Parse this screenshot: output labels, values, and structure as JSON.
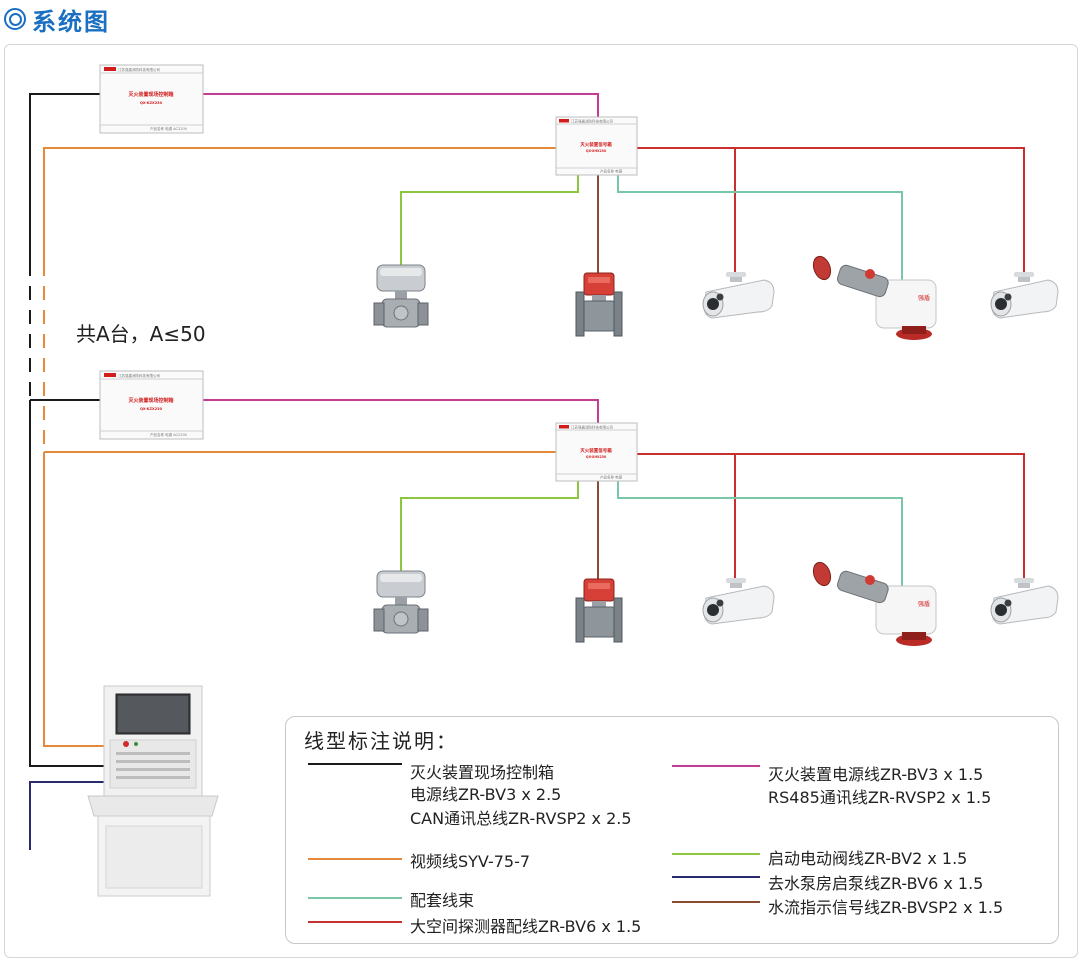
{
  "header": {
    "title": "系统图"
  },
  "diagram": {
    "count_label": "共A台，A≤50",
    "colors": {
      "black": "#1a1a1a",
      "magenta": "#c23d93",
      "orange": "#e58a3a",
      "green": "#8cc63f",
      "red": "#c8302f",
      "teal": "#79c7a6",
      "brown": "#8b4a32",
      "navy": "#2a2a6e"
    },
    "control_box_label": "灭火装置现场控制箱",
    "control_box_model": "QX-KZX230",
    "signal_box_label": "灭火装置信号箱",
    "signal_box_model": "QX-XHX230"
  },
  "legend": {
    "title": "线型标注说明：",
    "left": [
      {
        "color": "#1a1a1a",
        "lines": [
          "灭火装置现场控制箱",
          "电源线ZR-BV3 x 2.5",
          "CAN通讯总线ZR-RVSP2 x 2.5"
        ]
      },
      {
        "color": "#e58a3a",
        "lines": [
          "视频线SYV-75-7"
        ]
      },
      {
        "color": "#79c7a6",
        "lines": [
          "配套线束"
        ]
      },
      {
        "color": "#c8302f",
        "lines": [
          "大空间探测器配线ZR-BV6 x 1.5"
        ]
      }
    ],
    "right": [
      {
        "color": "#c23d93",
        "lines": [
          "灭火装置电源线ZR-BV3 x 1.5",
          "RS485通讯线ZR-RVSP2 x 1.5"
        ]
      },
      {
        "color": "#8cc63f",
        "lines": [
          "启动电动阀线ZR-BV2 x 1.5"
        ]
      },
      {
        "color": "#2a2a6e",
        "lines": [
          "去水泵房启泵线ZR-BV6 x 1.5"
        ]
      },
      {
        "color": "#8b4a32",
        "lines": [
          "水流指示信号线ZR-BVSP2 x 1.5"
        ]
      }
    ]
  }
}
